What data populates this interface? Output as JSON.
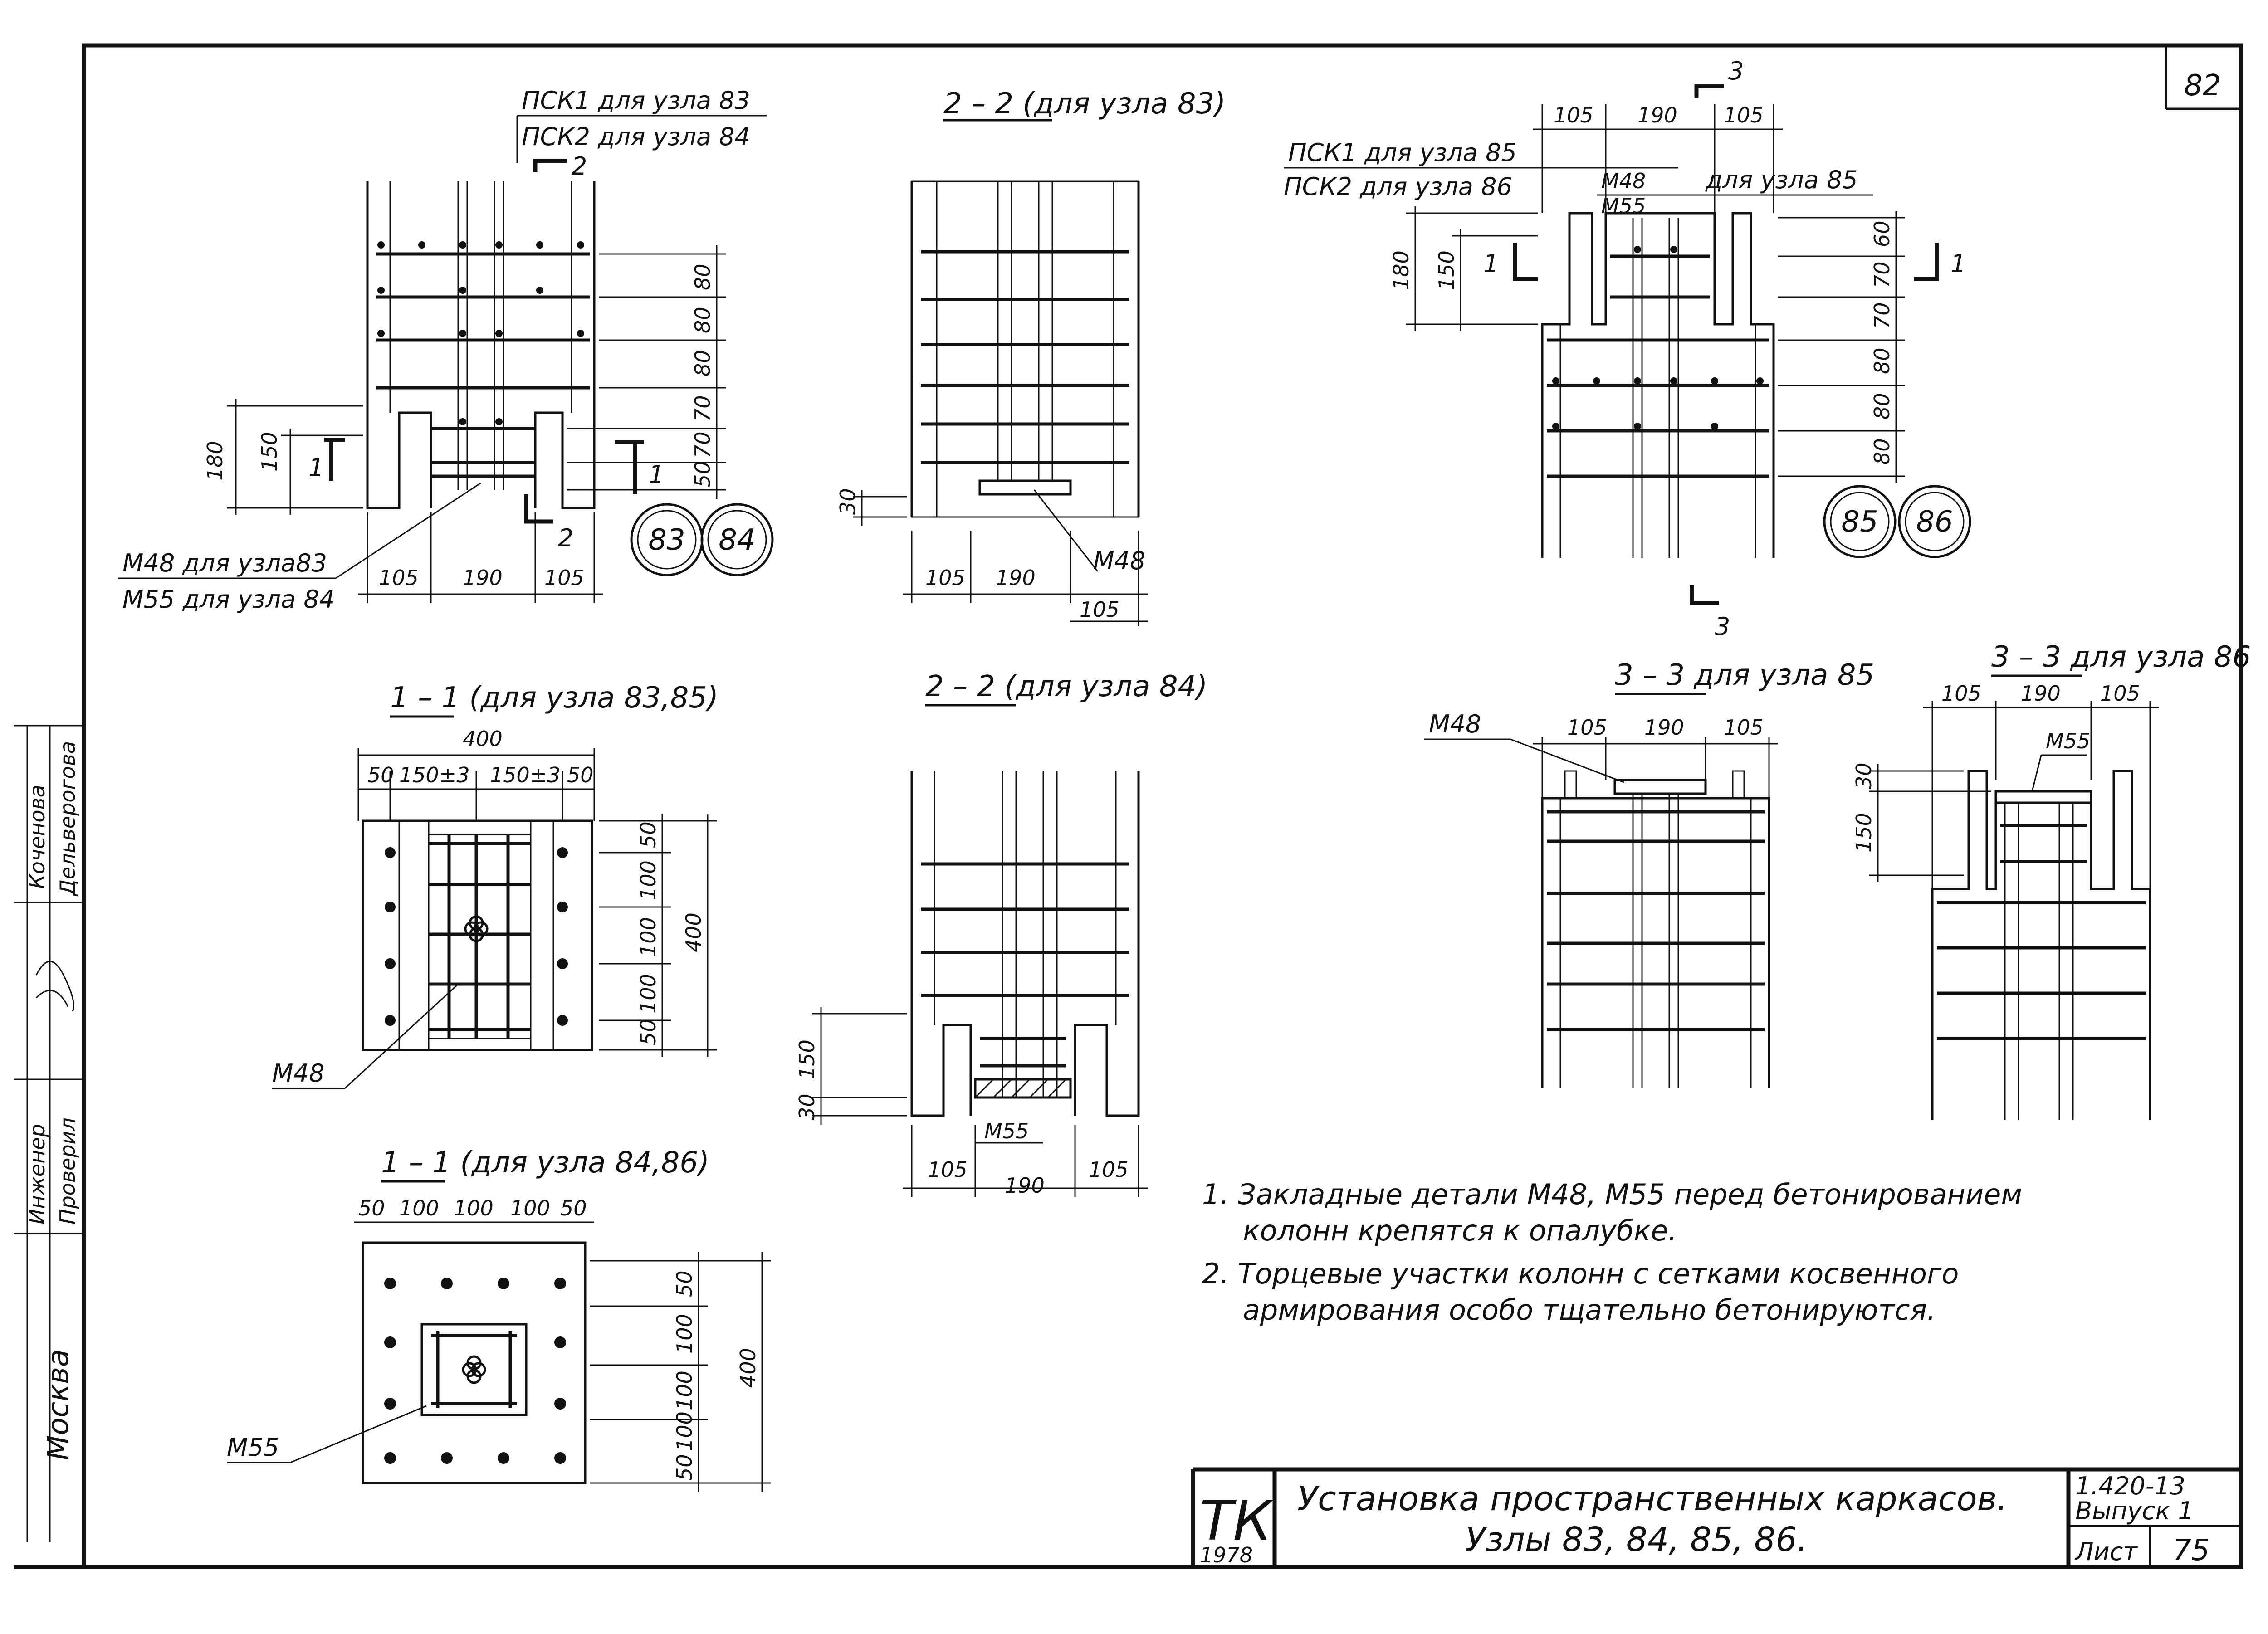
{
  "sheet_number": "82",
  "leaders": {
    "psk1_83": "ПСК1 для узла 83",
    "psk2_84": "ПСК2 для узла 84",
    "psk1_85": "ПСК1 для узла 85",
    "psk2_86": "ПСК2 для узла 86",
    "m48_83": "М48 для узла83",
    "m55_84": "М55 для узла 84",
    "m48_85": "М48",
    "m55_86": "М55",
    "for_node_85": "для узла 85",
    "m48": "М48",
    "m55": "М55"
  },
  "section_marks": {
    "one": "1",
    "two": "2",
    "three": "3"
  },
  "view_titles": {
    "s22_83": "2 – 2 (для узла 83)",
    "s22_84": "2 – 2 (для узла 84)",
    "s11_8385": "1 – 1 (для узла 83,85)",
    "s11_8486": "1 – 1  (для узла 84,86)",
    "s33_85": "3 – 3  для узла 85",
    "s33_86": "3 – 3 для узла 86"
  },
  "dimensions": {
    "d400": "400",
    "d50": "50",
    "d100": "100",
    "d105": "105",
    "d190": "190",
    "d150": "150",
    "d180": "180",
    "d150t3": "150±3",
    "d30": "30",
    "d60": "60",
    "d70": "70",
    "d80": "80"
  },
  "node_circles": [
    "83",
    "84",
    "85",
    "86"
  ],
  "notes": [
    "1. Закладные детали М48, М55    перед бетонированием",
    "колонн крепятся к опалубке.",
    "2. Торцевые участки колонн с сетками косвенного",
    "армирования   особо тщательно бетонируются."
  ],
  "side_stamp": {
    "engineer_label": "Инженер",
    "checked_label": "Проверил",
    "name1": "Коченова",
    "name2": "Дельверогова",
    "city": "Москва"
  },
  "title_block": {
    "org": "ТК",
    "year": "1978",
    "title_line1": "Установка пространственных каркасов.",
    "title_line2": "Узлы 83, 84, 85, 86.",
    "series": "1.420-13",
    "issue": "Выпуск 1",
    "sheet_label": "Лист",
    "sheet_no": "75"
  }
}
